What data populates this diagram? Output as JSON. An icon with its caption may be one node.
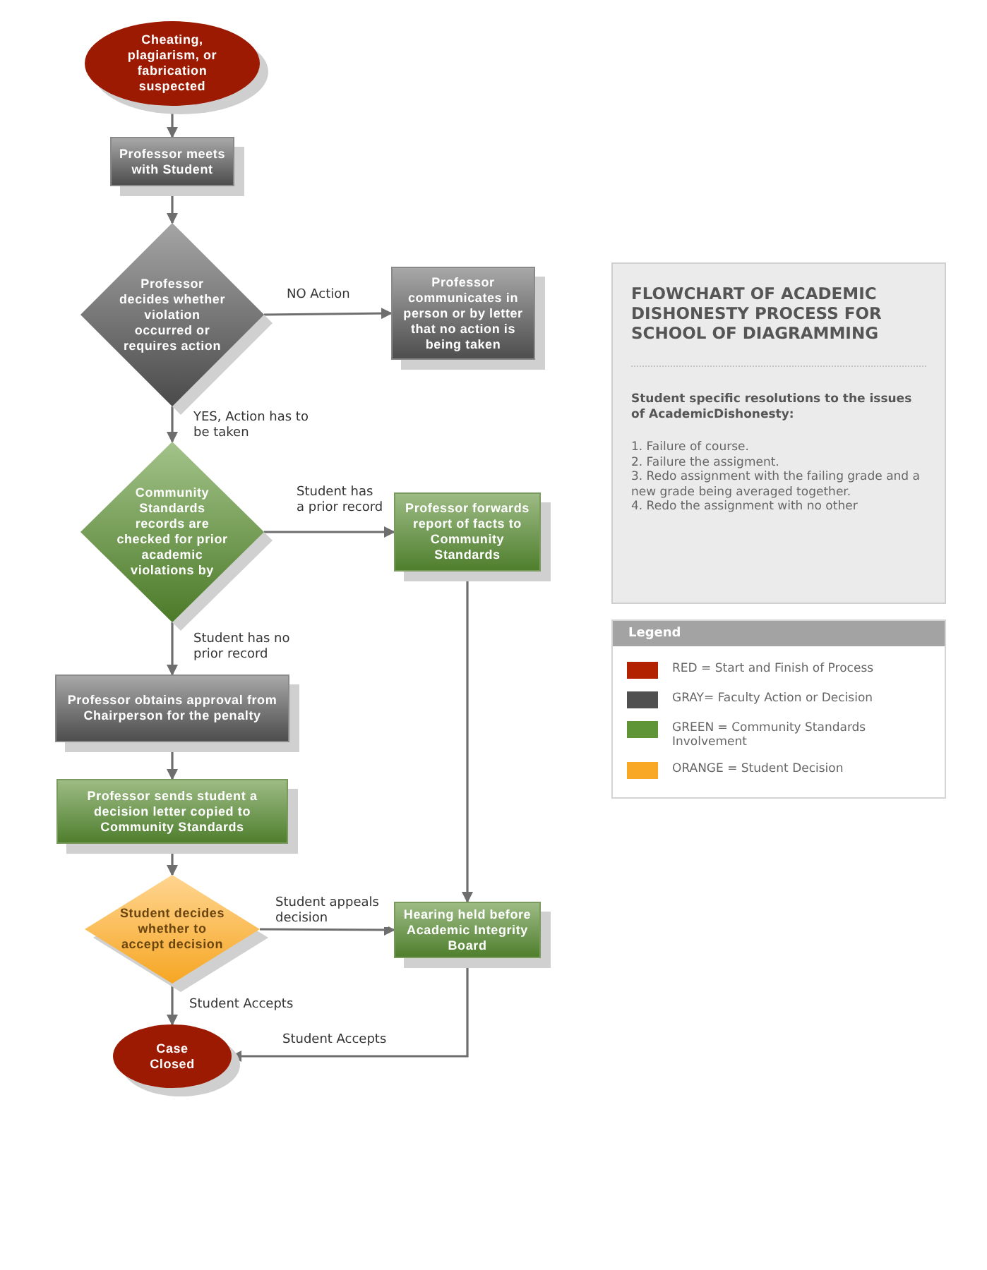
{
  "diagram": {
    "title": "FLOWCHART OF ACADEMIC DISHONESTY PROCESS FOR SCHOOL OF DIAGRAMMING",
    "nodes": [
      {
        "text": [
          "Cheating, plagiarism, or fabrication suspected"
        ]
      },
      {
        "text": [
          "Professor meets with Student"
        ]
      },
      {
        "text": [
          "Professor decides whether violation occurred or requires action"
        ]
      },
      {
        "text": [
          "Professor communicates in person or by letter that no action is being taken"
        ]
      },
      {
        "text": [
          "Community Standards records are checked for prior academic violations by"
        ]
      },
      {
        "text": [
          "Professor forwards report of facts to Community Standards"
        ]
      },
      {
        "text": [
          "Professor obtains approval from Chairperson for the penalty"
        ]
      },
      {
        "text": [
          "Professor sends student a decision letter copied to Community Standards"
        ]
      },
      {
        "text": [
          "Student decides whether to accept decision"
        ]
      },
      {
        "text": [
          "Hearing held before Academic Integrity Board"
        ]
      },
      {
        "text": [
          "Case Closed"
        ]
      }
    ],
    "edges": [
      {
        "from": 0,
        "to": 1,
        "arrow": "to"
      },
      {
        "from": 1,
        "to": 2,
        "arrow": "to"
      },
      {
        "from": 2,
        "to": 3,
        "arrow": "to",
        "label": "NO Action"
      },
      {
        "from": 2,
        "to": 4,
        "arrow": "to",
        "label": "YES, Action has to be taken"
      },
      {
        "from": 4,
        "to": 5,
        "arrow": "to",
        "label": "Student has a prior record"
      },
      {
        "from": 4,
        "to": 6,
        "arrow": "to",
        "label": "Student has no prior record"
      },
      {
        "from": 6,
        "to": 7,
        "arrow": "to"
      },
      {
        "from": 7,
        "to": 8,
        "arrow": "to"
      },
      {
        "from": 8,
        "to": 9,
        "arrow": "to",
        "label": "Student appeals decision"
      },
      {
        "from": 5,
        "to": 9,
        "arrow": "to"
      },
      {
        "from": 8,
        "to": 10,
        "arrow": "to",
        "label": "Student Accepts"
      },
      {
        "from": 9,
        "to": 10,
        "arrow": "to",
        "label": "Student Accepts"
      }
    ],
    "labels": [
      "Student specific resolutions to the issues of AcademicDishonesty:",
      "1. Failure of course.",
      "2. Failure the assigment.",
      "3. Redo assignment with the failing grade and a new grade being averaged together.",
      "4. Redo the assignment with no other",
      "Legend"
    ],
    "legend": [
      {
        "text": "RED = Start and Finish of Process",
        "color": "#b22200"
      },
      {
        "text": "GRAY= Faculty Action or Decision",
        "color": "#505050"
      },
      {
        "text": "GREEN = Community Standards Involvement",
        "color": "#5f9537"
      },
      {
        "text": "ORANGE = Student Decision",
        "color": "#f9a825"
      }
    ]
  }
}
